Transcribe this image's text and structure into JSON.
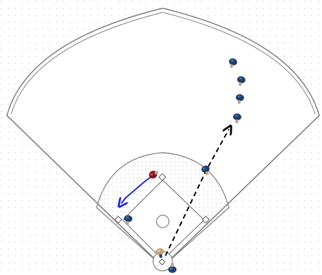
{
  "colors": {
    "background_dot": "#cfcfcf",
    "field_fill": "#ffffff",
    "field_line": "#7a7a7a",
    "infield_fill": "#f2f2f2",
    "infield_dots": "#c9c9c9",
    "base": "#ffffff",
    "mound": "#ffffff",
    "path_black": "#000000",
    "path_blue": "#2222cc",
    "player_cap": "#1f3f6a",
    "player_cap_highlight": "#3e6fa3",
    "player_body": "#c8a27a",
    "runner_helmet": "#8a1020",
    "runner_helmet_highlight": "#d0485a"
  },
  "players": [
    {
      "role": "fielder-1",
      "icon": "player-icon"
    },
    {
      "role": "fielder-2",
      "icon": "player-icon"
    },
    {
      "role": "fielder-3",
      "icon": "player-icon"
    },
    {
      "role": "fielder-4",
      "icon": "player-icon"
    },
    {
      "role": "fielder-shortstop",
      "icon": "player-icon"
    },
    {
      "role": "runner",
      "icon": "runner-helmet-icon"
    },
    {
      "role": "fielder-third-base",
      "icon": "player-icon"
    },
    {
      "role": "batter",
      "icon": "player-icon"
    },
    {
      "role": "catcher",
      "icon": "player-icon"
    }
  ]
}
